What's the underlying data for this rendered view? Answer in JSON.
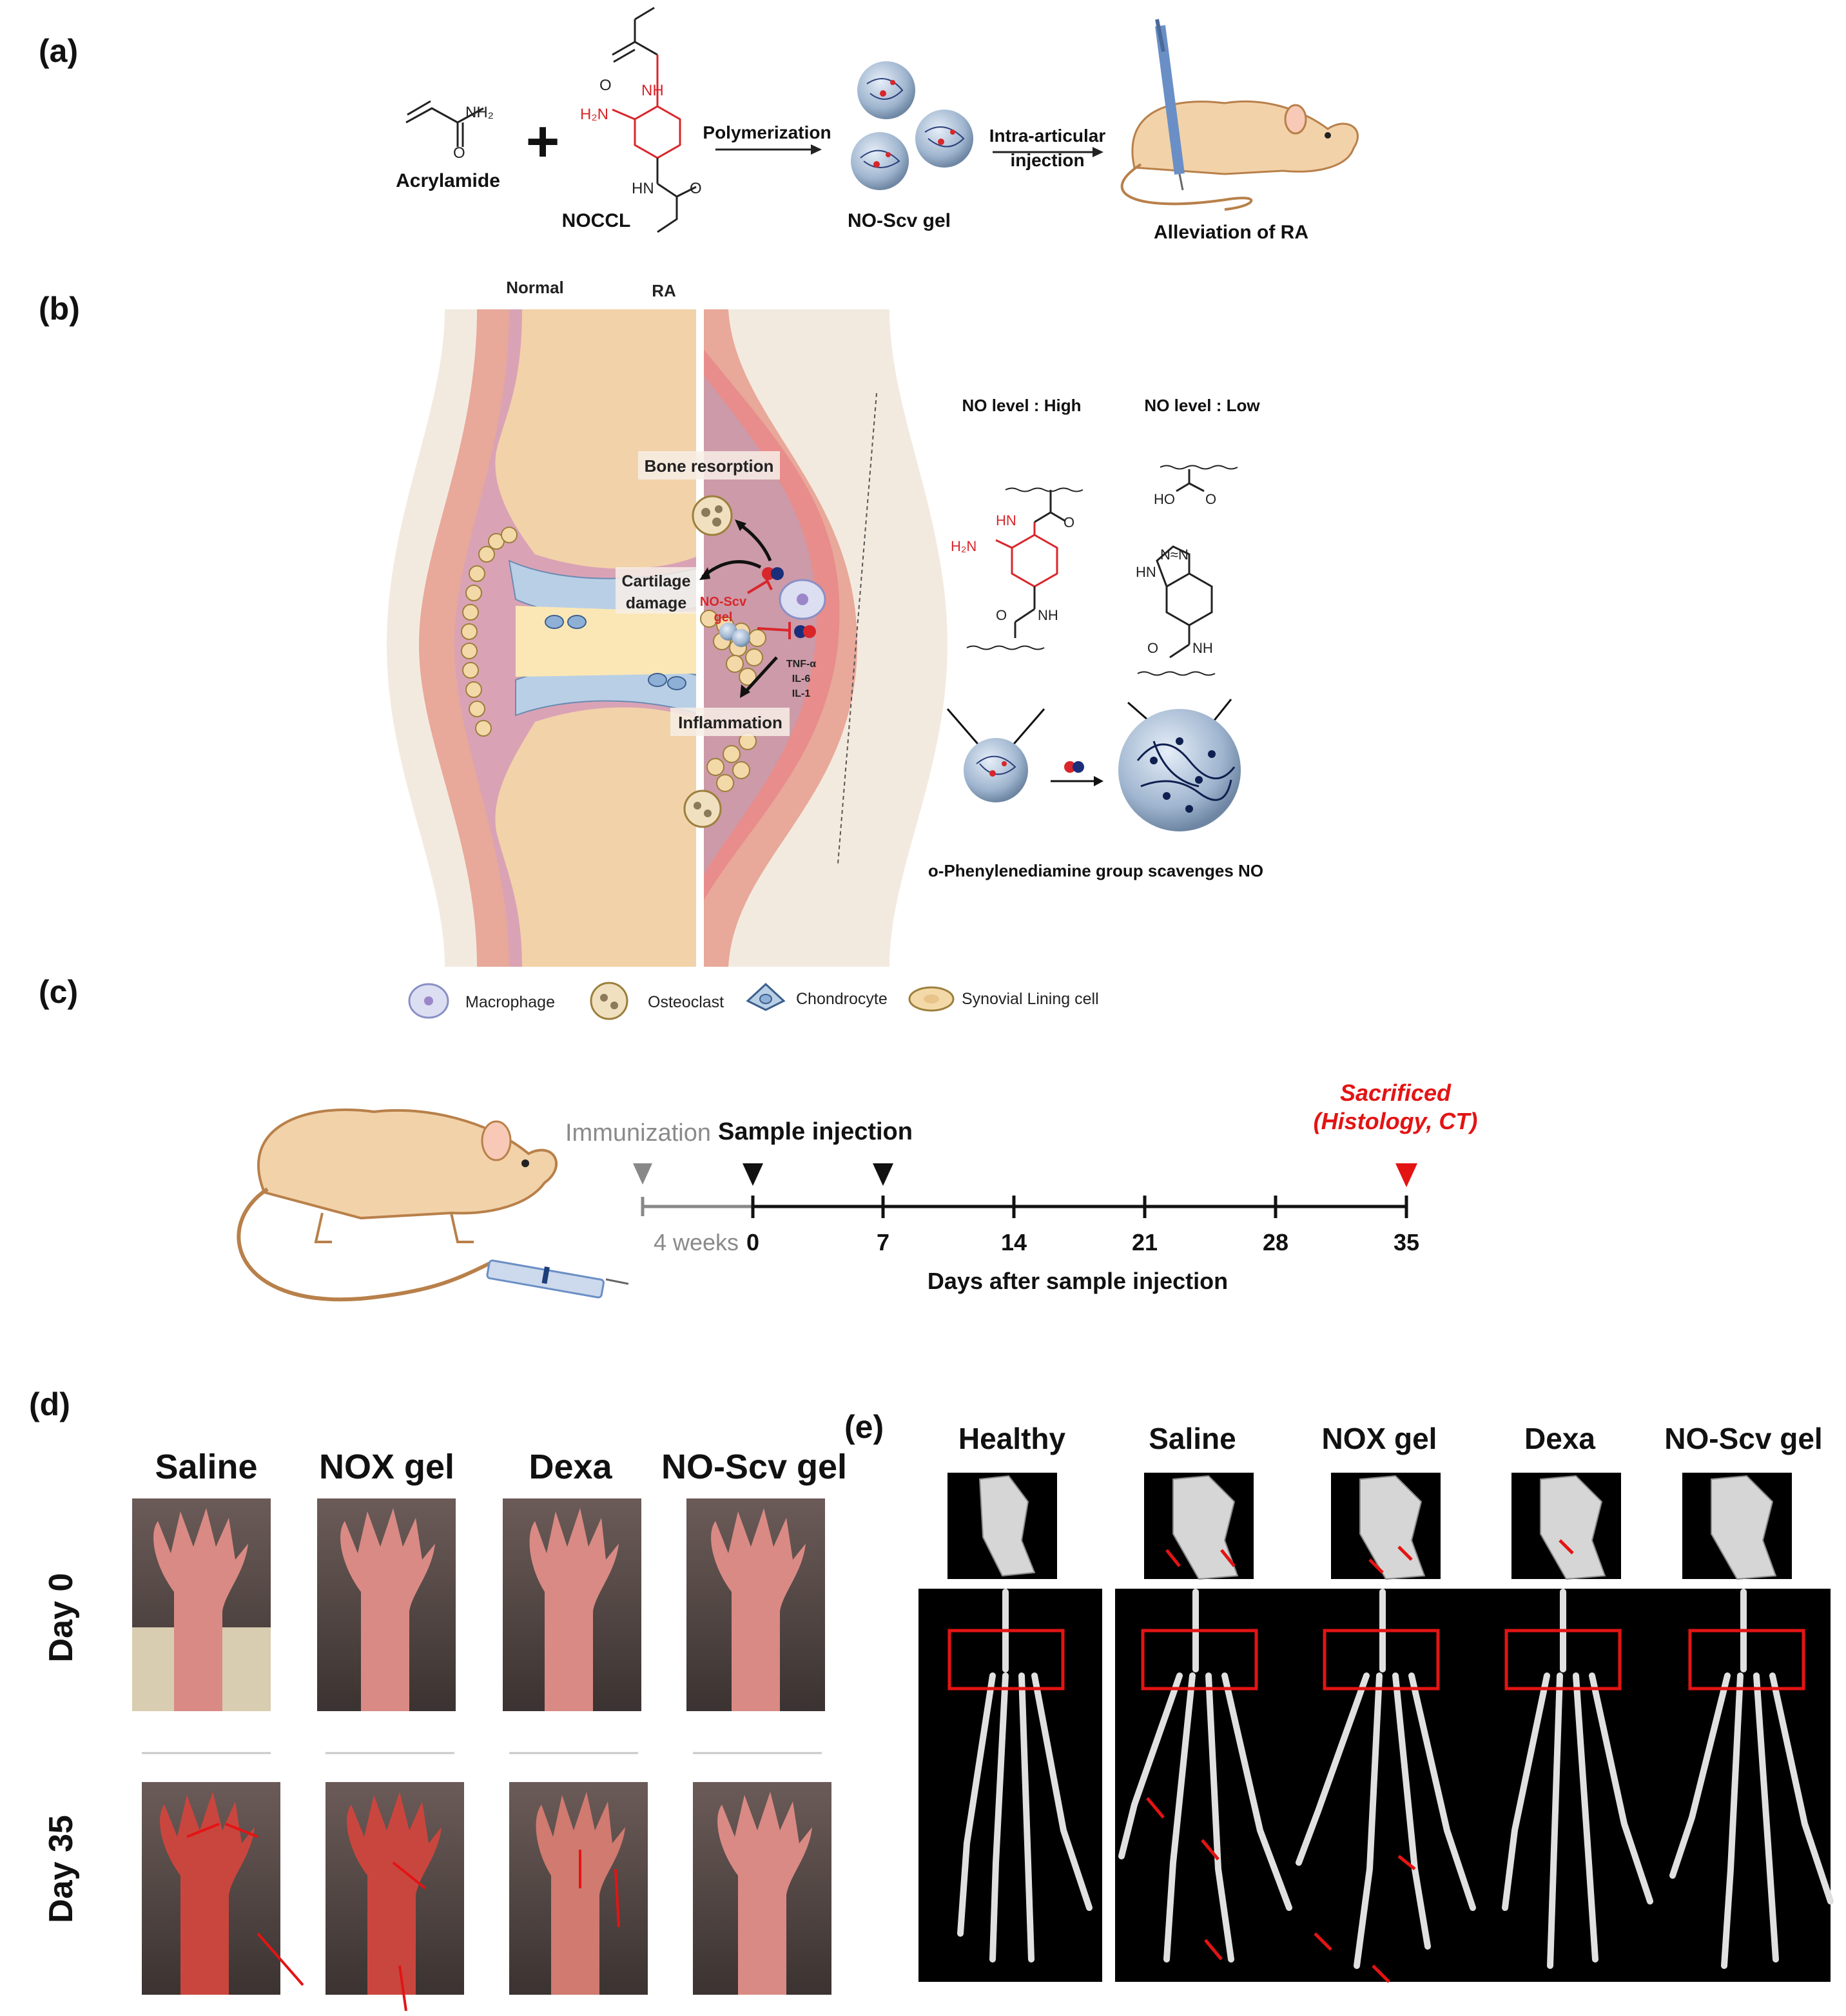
{
  "panel_labels": {
    "a": "(a)",
    "b": "(b)",
    "c": "(c)",
    "d": "(d)",
    "e": "(e)"
  },
  "panel_a": {
    "acrylamide_label": "Acrylamide",
    "acrylamide_nh2": "NH₂",
    "acrylamide_o": "O",
    "noccl_label": "NOCCL",
    "noccl_nh": "NH",
    "noccl_o_top": "O",
    "noccl_h2n": "H₂N",
    "noccl_hn": "HN",
    "noccl_o_bottom": "O",
    "plus": "+",
    "step1": "Polymerization",
    "gel_label": "NO-Scv gel",
    "step2_line1": "Intra-articular",
    "step2_line2": "injection",
    "result": "Alleviation of RA"
  },
  "panel_b": {
    "normal": "Normal",
    "ra": "RA",
    "bone_resorption": "Bone resorption",
    "cartilage_damage_1": "Cartilage",
    "cartilage_damage_2": "damage",
    "noscv_1": "NO-Scv",
    "noscv_2": "gel",
    "cytokine_1": "TNF-α",
    "cytokine_2": "IL-6",
    "cytokine_3": "IL-1",
    "inflammation": "Inflammation",
    "no_high": "NO level : High",
    "no_low": "NO level : Low",
    "chem_h2n": "H₂N",
    "chem_hn": "HN",
    "chem_o": "O",
    "chem_nh": "NH",
    "chem_o2": "O",
    "chem_ho": "HO",
    "chem_o3": "O",
    "chem_nn": "N≈N",
    "chem_hn2": "HN",
    "chem_o4": "O",
    "chem_nh2": "NH",
    "scavenge_caption": "o-Phenylenediamine group scavenges NO",
    "legend": [
      "Macrophage",
      "Osteoclast",
      "Chondrocyte",
      "Synovial Lining cell"
    ]
  },
  "panel_c": {
    "immunization": "Immunization",
    "sample_injection": "Sample injection",
    "sacrificed_1": "Sacrificed",
    "sacrificed_2": "(Histology, CT)",
    "four_weeks": "4 weeks",
    "ticks": [
      "0",
      "7",
      "14",
      "21",
      "28",
      "35"
    ],
    "axis_label": "Days after sample injection"
  },
  "panel_d": {
    "columns": [
      "Saline",
      "NOX gel",
      "Dexa",
      "NO-Scv gel"
    ],
    "rows": [
      "Day 0",
      "Day 35"
    ]
  },
  "panel_e": {
    "columns": [
      "Healthy",
      "Saline",
      "NOX gel",
      "Dexa",
      "NO-Scv gel"
    ]
  },
  "colors": {
    "red_label": "#d9262b",
    "skin": "#f2d2a9",
    "cartilage": "#b9cfe6",
    "synovium": "#d7a9b3",
    "inflamed": "#e88a8a",
    "paw_day0": "#d98a84",
    "paw_day35": "#c9463e"
  }
}
